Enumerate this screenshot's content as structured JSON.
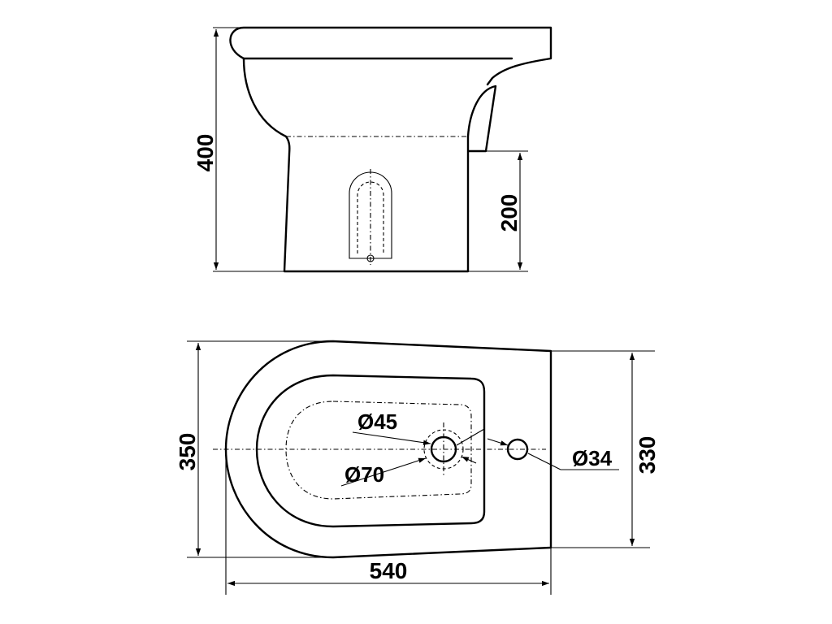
{
  "dimensions": {
    "side_height": "400",
    "drain_height": "200",
    "top_width": "350",
    "back_width": "330",
    "length": "540"
  },
  "holes": {
    "tap_hole": "Ø45",
    "tap_circle": "Ø70",
    "overflow_hole": "Ø34"
  }
}
